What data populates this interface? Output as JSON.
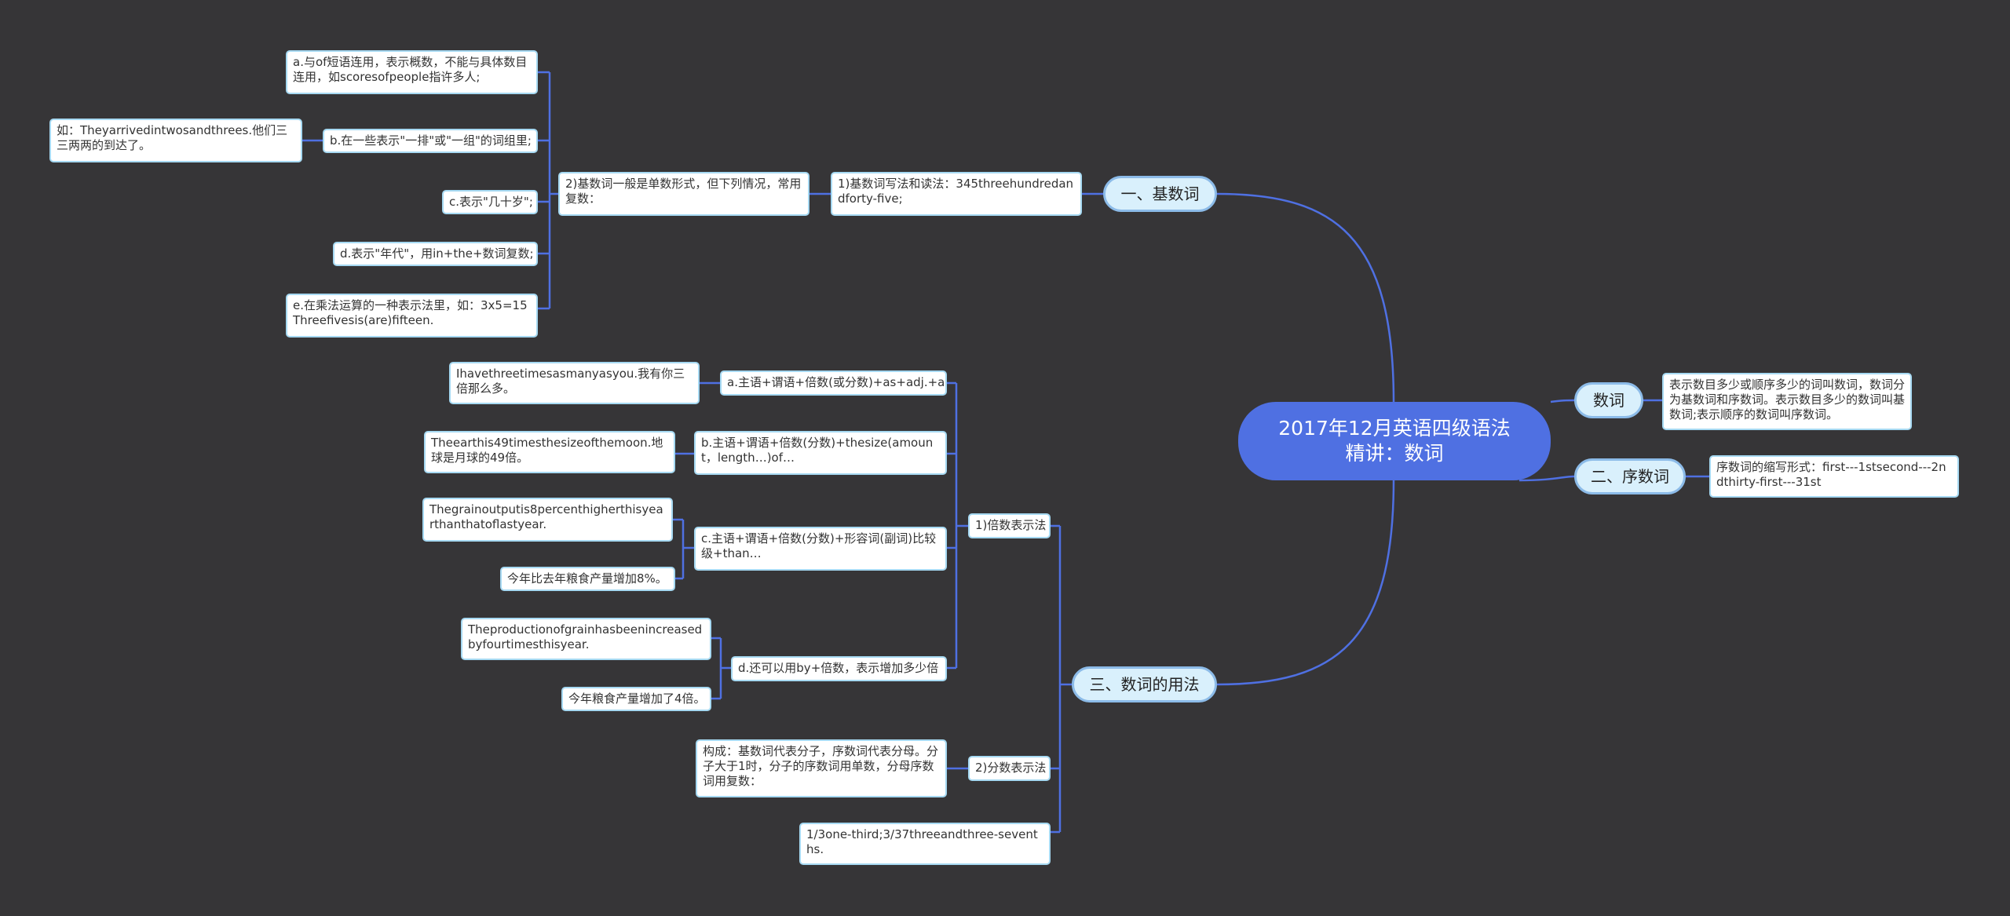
{
  "colors": {
    "background": "#363537",
    "root_fill": "#4f70e2",
    "branch_line": "#4f70e2",
    "main_fill": "#d9f0fc",
    "node_border": "#a6d9f2"
  },
  "root": {
    "title_line1": "2017年12月英语四级语法",
    "title_line2": "精讲：数词"
  },
  "branches": {
    "cardinal": {
      "label": "一、基数词",
      "sub1": "1)基数词写法和读法：345threehundredandforty-five;",
      "sub2": "2)基数词一般是单数形式，但下列情况，常用复数：",
      "a": "a.与of短语连用，表示概数，不能与具体数目连用，如scoresofpeople指许多人;",
      "b": "b.在一些表示\"一排\"或\"一组\"的词组里;",
      "b_example": "如：Theyarrivedintwosandthrees.他们三三两两的到达了。",
      "c": "c.表示\"几十岁\";",
      "d": "d.表示\"年代\"，用in+the+数词复数;",
      "e": "e.在乘法运算的一种表示法里，如：3x5=15Threefivesis(are)fifteen."
    },
    "numeral": {
      "label": "数词",
      "desc": "表示数目多少或顺序多少的词叫数词，数词分为基数词和序数词。表示数目多少的数词叫基数词;表示顺序的数词叫序数词。"
    },
    "ordinal": {
      "label": "二、序数词",
      "desc": "序数词的缩写形式：first---1stsecond---2ndthirty-first---31st"
    },
    "usage": {
      "label": "三、数词的用法",
      "times": {
        "label": "1)倍数表示法",
        "a": "a.主语+谓语+倍数(或分数)+as+adj.+as",
        "a_example": "Ihavethreetimesasmanyasyou.我有你三倍那么多。",
        "b": "b.主语+谓语+倍数(分数)+thesize(amount，length…)of…",
        "b_example": "Theearthis49timesthesizeofthemoon.地球是月球的49倍。",
        "c": "c.主语+谓语+倍数(分数)+形容词(副词)比较级+than…",
        "c_example1": "Thegrainoutputis8percenthigherthisyearthanthatoflastyear.",
        "c_example2": "今年比去年粮食产量增加8%。",
        "d": "d.还可以用by+倍数，表示增加多少倍",
        "d_example1": "Theproductionofgrainhasbeenincreasedbyfourtimesthisyear.",
        "d_example2": "今年粮食产量增加了4倍。"
      },
      "fraction": {
        "label": "2)分数表示法",
        "desc": "构成：基数词代表分子，序数词代表分母。分子大于1时，分子的序数词用单数，分母序数词用复数：",
        "example": "1/3one-third;3/37threeandthree-sevenths."
      }
    }
  }
}
